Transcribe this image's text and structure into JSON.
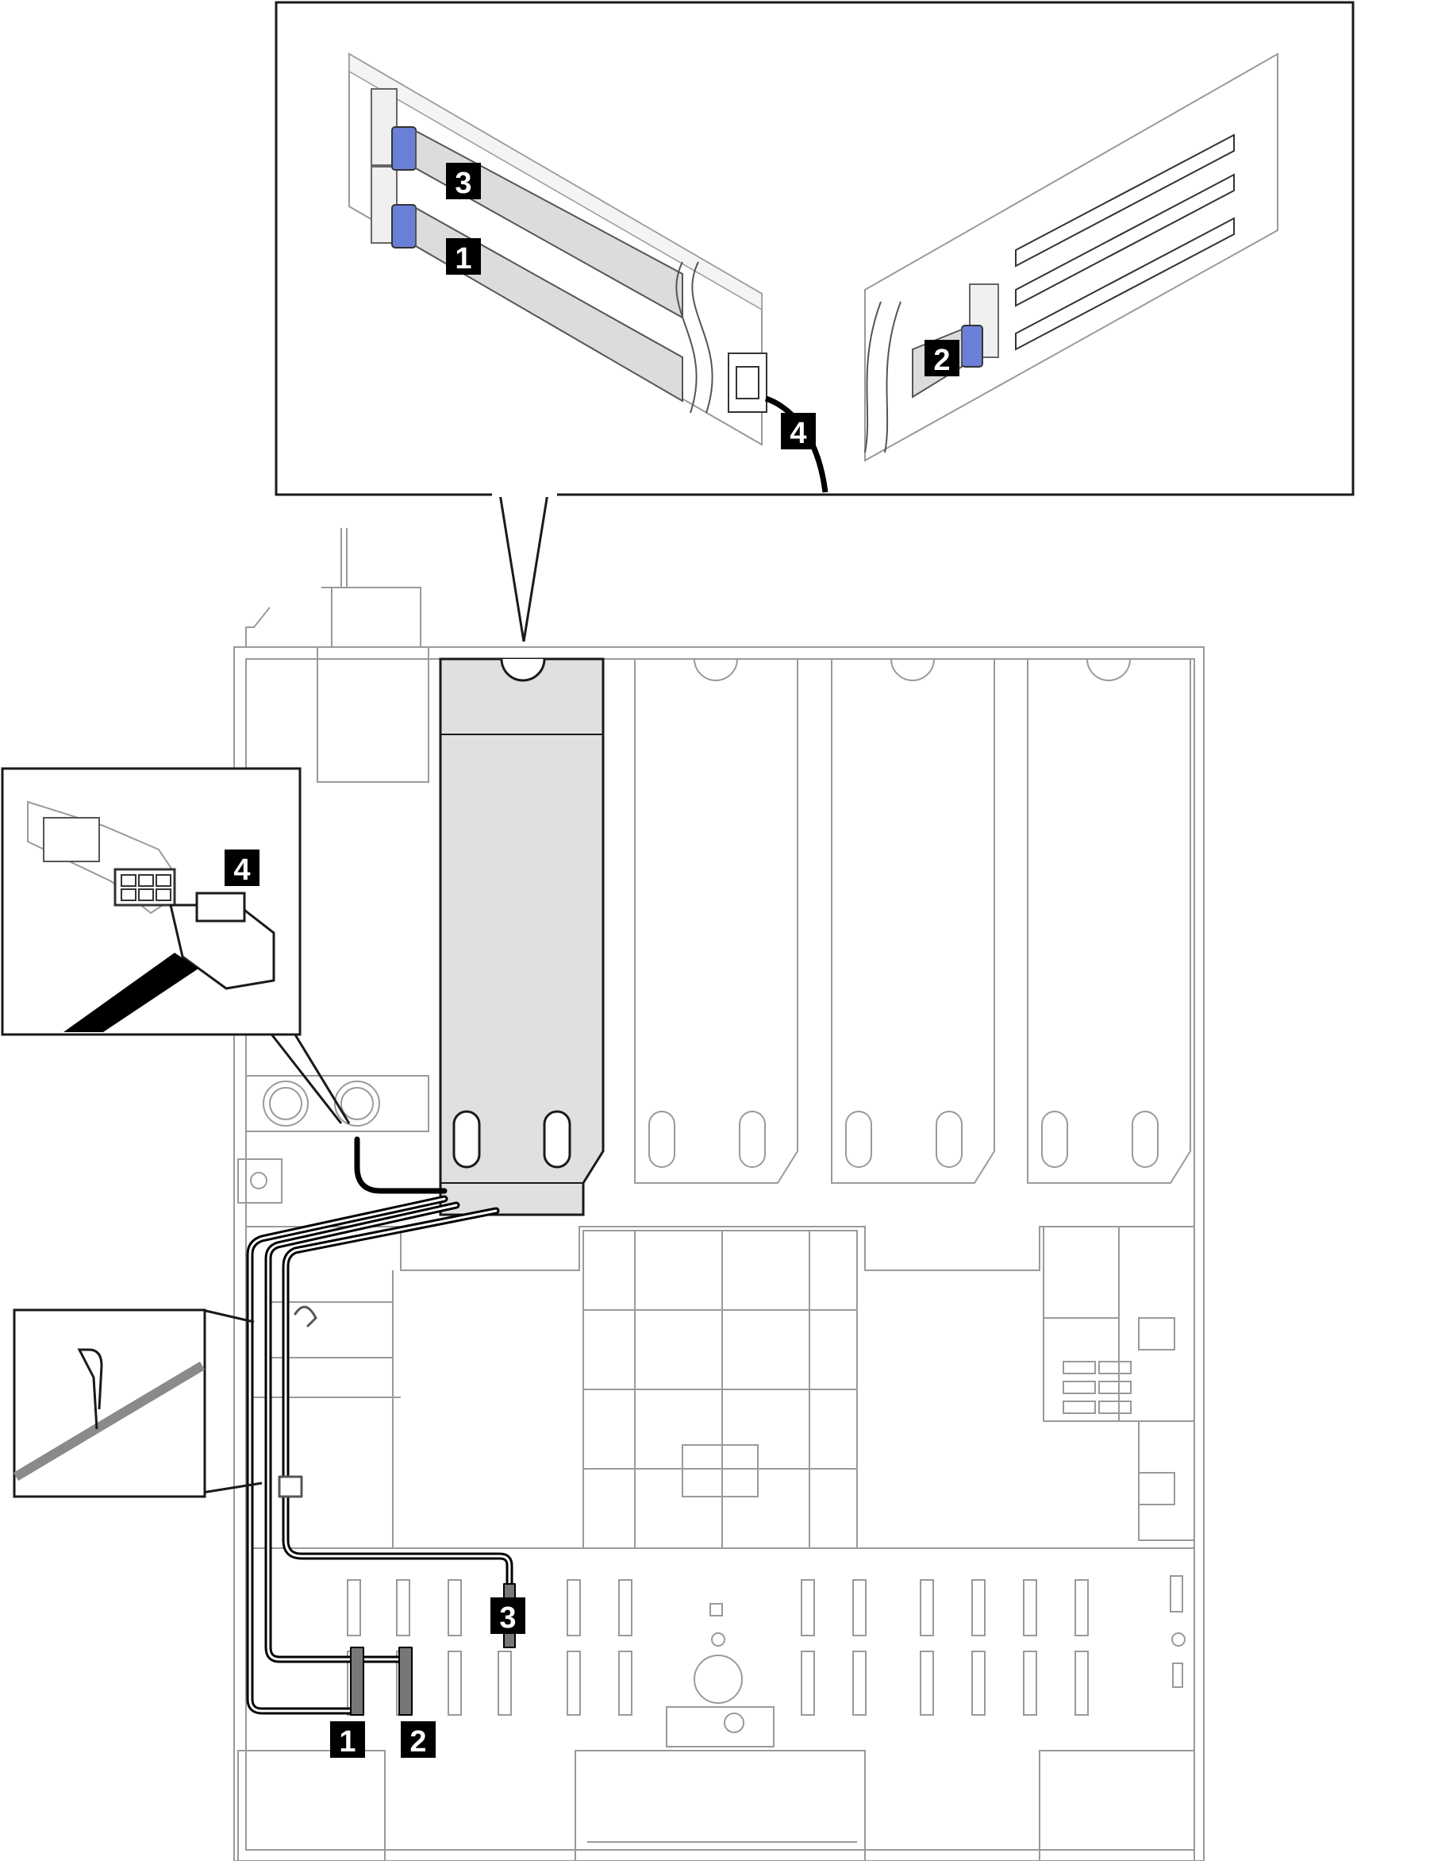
{
  "callouts": {
    "c1": "1",
    "c2": "2",
    "c3": "3",
    "c4": "4"
  },
  "colors": {
    "line": "#1a1a1a",
    "light_line": "#9a9a9a",
    "component_fill": "#e0e0e0",
    "latch_blue": "#6a7fd6",
    "badge": "#000000",
    "background": "#ffffff"
  }
}
